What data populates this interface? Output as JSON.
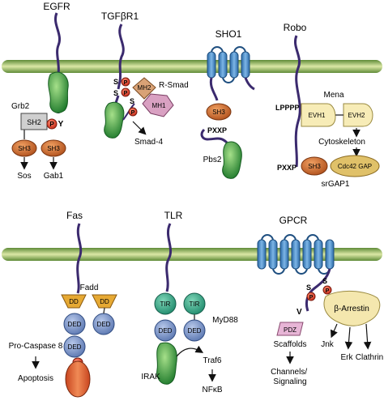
{
  "receptors": {
    "egfr": "EGFR",
    "tgfbr1": "TGFβR1",
    "sho1": "SHO1",
    "robo": "Robo",
    "fas": "Fas",
    "tlr": "TLR",
    "gpcr": "GPCR"
  },
  "domains": {
    "sh2": "SH2",
    "sh3": "SH3",
    "mh1": "MH1",
    "mh2": "MH2",
    "evh1": "EVH1",
    "evh2": "EVH2",
    "cdc42gap": "Cdc42 GAP",
    "dd": "DD",
    "ded": "DED",
    "tir": "TIR",
    "pdz": "PDZ"
  },
  "residues": {
    "p": "P",
    "y": "Y",
    "s": "S",
    "v": "V"
  },
  "motifs": {
    "pxxp": "PXXP",
    "lpppp": "LPPPP"
  },
  "proteins": {
    "grb2": "Grb2",
    "sos": "Sos",
    "gab1": "Gab1",
    "rsmad": "R-Smad",
    "smad4": "Smad-4",
    "pbs2": "Pbs2",
    "mena": "Mena",
    "cytoskeleton": "Cytoskeleton",
    "srgap1": "srGAP1",
    "fadd": "Fadd",
    "procaspase8": "Pro-Caspase 8",
    "apoptosis": "Apoptosis",
    "myd88": "MyD88",
    "irak": "IRAK",
    "traf6": "Traf6",
    "nfkb": "NFκB",
    "scaffolds": "Scaffolds",
    "channels_signaling": "Channels/\nSignaling",
    "barrestin": "β-Arrestin",
    "jnk": "Jnk",
    "erk": "Erk",
    "clathrin": "Clathrin"
  },
  "colors": {
    "membrane_light": "#d5e39a",
    "membrane_dark": "#4f7a2e",
    "receptor_blue": "#3f86c4",
    "sh3_orange": "#d3692a",
    "phospho_red": "#e3432c",
    "green_domain": "#3e9a3c",
    "dd_gold": "#e6a933",
    "ded_blue": "#7e97c8",
    "tir_teal": "#3da38c",
    "mh1_pink": "#d9a1c2",
    "mh2_tan": "#d9a276",
    "evh_cream": "#f7ecb7",
    "gap_tan": "#e0c169",
    "pdz_pink": "#e7b5d6",
    "arrestin_cream": "#f4e7ae"
  }
}
